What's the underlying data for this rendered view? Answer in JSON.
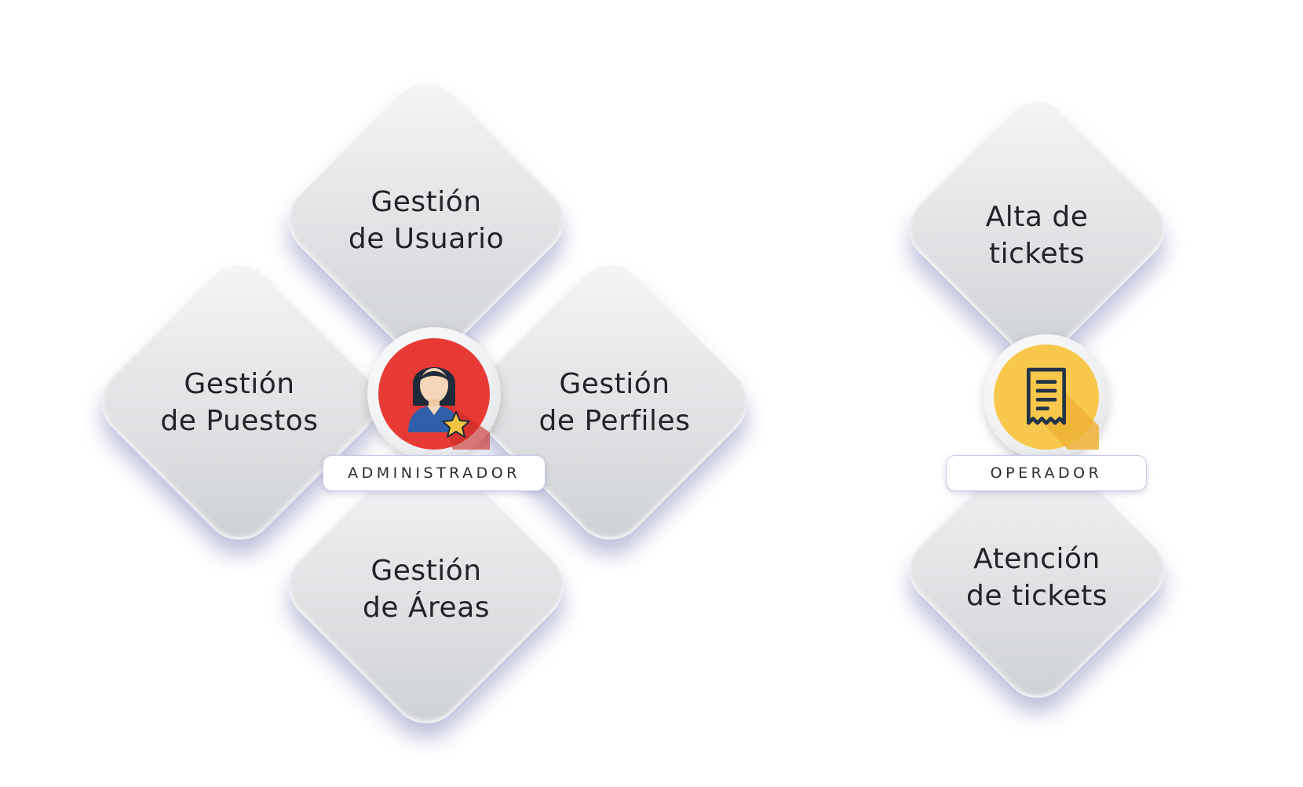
{
  "administrador": {
    "role": "ADMINISTRADOR",
    "icon": "admin-user-star-icon",
    "icon_bg": "#e83a34",
    "tiles": {
      "top": [
        "Gestión",
        "de Usuario"
      ],
      "left": [
        "Gestión",
        "de Puestos"
      ],
      "right": [
        "Gestión",
        "de Perfiles"
      ],
      "bottom": [
        "Gestión",
        "de Áreas"
      ]
    }
  },
  "operador": {
    "role": "OPERADOR",
    "icon": "ticket-receipt-icon",
    "icon_bg": "#f7c84b",
    "tiles": {
      "top": [
        "Alta de",
        "tickets"
      ],
      "bottom": [
        "Atención",
        "de tickets"
      ]
    }
  }
}
